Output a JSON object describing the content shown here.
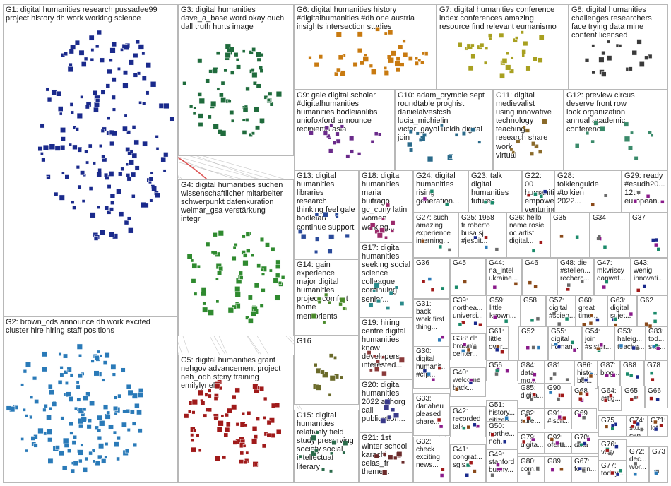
{
  "groups": [
    {
      "id": "G1",
      "label": "G1: digital humanities research pussadee99\nproject history dh work working science"
    },
    {
      "id": "G2",
      "label": "G2: brown_cds announce dh work excited\ncluster hire hiring staff positions"
    },
    {
      "id": "G3",
      "label": "G3: digital humanities\ndave_a_base word okay ouch\ndall truth hurts image"
    },
    {
      "id": "G4",
      "label": "G4: digital humanities suchen\nwissenschaftlicher mitarbeiter\nschwerpunkt datenkuration\nweimar_gsa verstärkung\nintegr"
    },
    {
      "id": "G5",
      "label": "G5: digital humanities grant\nnehgov advancement project\nneh_odh sfcny training\nemilylynell"
    },
    {
      "id": "G6",
      "label": "G6: digital humanities history\n#digitalhumanities #dh one austria\ninsights intersection studies"
    },
    {
      "id": "G7",
      "label": "G7: digital humanities conference\nindex conferences amazing\nresource find relevant eumanismo"
    },
    {
      "id": "G8",
      "label": "G8: digital humanities\nchallenges researchers\nface trying data mine\ncontent licensed"
    },
    {
      "id": "G9",
      "label": "G9: gale digital scholar\n#digitalhumanities\nhumanities bodleianlibs\nuniofoxford announce\nrecipients asia"
    },
    {
      "id": "G10",
      "label": "G10: adam_crymble sept\nroundtable proghist\ndanielalvesfcsh\nlucia_michielin\nvictor_gayol ucldh digital\njoin"
    },
    {
      "id": "G11",
      "label": "G11: digital medievalist\nusing innovative\ntechnology teaching\nresearch share work\nvirtual"
    },
    {
      "id": "G12",
      "label": "G12: preview circus\ndeserve front row\nlook organization\nannual academic\nconference"
    },
    {
      "id": "G13",
      "label": "G13: digital\nhumanities\nlibraries\nresearch\nthinking feel gale\nbodleian\ncontinue support"
    },
    {
      "id": "G18",
      "label": "G18: digital\nhumanities\nmaria\nbuitrago\ngc_cuny latin\nwomen\nworking..."
    },
    {
      "id": "G24",
      "label": "G24: digital\nhumanities\nrising\ngeneration..."
    },
    {
      "id": "G23",
      "label": "G23: talk\ndigital\nhumanities\nfutures"
    },
    {
      "id": "G22",
      "label": "G22: 00\nhumanities\nempower\nventuring..."
    },
    {
      "id": "G28",
      "label": "G28:\ntolkienguide\n#tolkien\n2022..."
    },
    {
      "id": "G29",
      "label": "G29: ready\n#esudh20...\n12th\neuropean..."
    },
    {
      "id": "G27",
      "label": "G27: such\namazing\nexperience\ninterning..."
    },
    {
      "id": "G25",
      "label": "G25: 1958\nfr roberto\nbusa sj\n#jesuit..."
    },
    {
      "id": "G26",
      "label": "G26: hello\nname rosie\noc artist\ndigital..."
    },
    {
      "id": "G35",
      "label": "G35"
    },
    {
      "id": "G34",
      "label": "G34"
    },
    {
      "id": "G37",
      "label": "G37"
    },
    {
      "id": "G14",
      "label": "G14: gain\nexperience\nmajor digital\nhumanities\nproject comfort\nhome\nmemorients"
    },
    {
      "id": "G17",
      "label": "G17: digital\nhumanities\nseeking social\nscience\ncolleague\ncontinuing\nsenior..."
    },
    {
      "id": "G36",
      "label": "G36"
    },
    {
      "id": "G45",
      "label": "G45"
    },
    {
      "id": "G44",
      "label": "G44:\nna_intel\nukraine..."
    },
    {
      "id": "G46",
      "label": "G46"
    },
    {
      "id": "G48",
      "label": "G48: die\n#stellen...\nrecherc..."
    },
    {
      "id": "G47",
      "label": "G47:\nmkvriscy\ndanwat..."
    },
    {
      "id": "G43",
      "label": "G43:\nwenig\ninnovati..."
    },
    {
      "id": "G31",
      "label": "G31:\nback\nwork first\nthing..."
    },
    {
      "id": "G39",
      "label": "G39:\nnorthea...\nuniversi..."
    },
    {
      "id": "G59",
      "label": "G59:\nlittle\nknown..."
    },
    {
      "id": "G58",
      "label": "G58"
    },
    {
      "id": "G57",
      "label": "G57:\ndigital\n#scien..."
    },
    {
      "id": "G60",
      "label": "G60:\ngreat\ntime..."
    },
    {
      "id": "G63",
      "label": "G63:\ndigital\nsujet..."
    },
    {
      "id": "G62",
      "label": "G62"
    },
    {
      "id": "G19",
      "label": "G19: hiring\ncentre digital\nhumanities\nknow\ndevelopers,\ninterested..."
    },
    {
      "id": "G38",
      "label": "G38: dh\nbrown's\ncenter..."
    },
    {
      "id": "G61",
      "label": "G61:\nlittle\nover..."
    },
    {
      "id": "G52",
      "label": "G52"
    },
    {
      "id": "G55",
      "label": "G55:\ndigital\nhuman..."
    },
    {
      "id": "G54",
      "label": "G54:\njoin\n#sister..."
    },
    {
      "id": "G53",
      "label": "G53:\nhaleig...\nteache..."
    },
    {
      "id": "G83",
      "label": "G83:\ntod...\nstar..."
    },
    {
      "id": "G16",
      "label": "G16"
    },
    {
      "id": "G30",
      "label": "G30:\ndigital\nhumanit...\n#cfp..."
    },
    {
      "id": "G56",
      "label": "G56"
    },
    {
      "id": "G84",
      "label": "G84:\ndata\nmo..."
    },
    {
      "id": "G81",
      "label": "G81"
    },
    {
      "id": "G86",
      "label": "G86:\nhisto...\nbeli..."
    },
    {
      "id": "G87",
      "label": "G87:\nblog..."
    },
    {
      "id": "G88",
      "label": "G88"
    },
    {
      "id": "G78",
      "label": "G78"
    },
    {
      "id": "G20",
      "label": "G20: digital\nhumanities\n2022 adhorg\ncall\npublication..."
    },
    {
      "id": "G33",
      "label": "G33:\ndariaheu\npleased\nshare..."
    },
    {
      "id": "G40",
      "label": "G40:\nwelcome\nback..."
    },
    {
      "id": "G85",
      "label": "G85:\ndigita..."
    },
    {
      "id": "G90",
      "label": "G90"
    },
    {
      "id": "G68",
      "label": "G68"
    },
    {
      "id": "G64",
      "label": "G64:\nartig..."
    },
    {
      "id": "G65",
      "label": "G65"
    },
    {
      "id": "G66",
      "label": "G66"
    },
    {
      "id": "G51",
      "label": "G51:\nhistory...\ncitizen"
    },
    {
      "id": "G82",
      "label": "G82:\nsure..."
    },
    {
      "id": "G91",
      "label": "G91:\n#isch..."
    },
    {
      "id": "G69",
      "label": "G69"
    },
    {
      "id": "G75",
      "label": "G75"
    },
    {
      "id": "G74",
      "label": "G74:\nstu...\ncen..."
    },
    {
      "id": "G71",
      "label": "G71:\nlot"
    },
    {
      "id": "G15",
      "label": "G15: digital\nhumanities\nrelatively field\nstudy preserving\nsociety social\nintellectual\nliterary"
    },
    {
      "id": "G21",
      "label": "G21: 1st\nwinter school\nkarachi\nceias_fr\ntheme..."
    },
    {
      "id": "G42",
      "label": "G42:\nrecorded\ntalk"
    },
    {
      "id": "G50",
      "label": "G50:\nnorthe...\nneh..."
    },
    {
      "id": "G79",
      "label": "G79:\ndigita..."
    },
    {
      "id": "G92",
      "label": "G92:\noferta..."
    },
    {
      "id": "G70",
      "label": "G70:\ndata"
    },
    {
      "id": "G76",
      "label": "G76:\nvery"
    },
    {
      "id": "G32",
      "label": "G32:\ncheck\nexciting\nnews..."
    },
    {
      "id": "G41",
      "label": "G41:\ncongrat...\nsgis..."
    },
    {
      "id": "G49",
      "label": "G49:\nstanford\nbunny..."
    },
    {
      "id": "G80",
      "label": "G80:\ncom..."
    },
    {
      "id": "G89",
      "label": "G89"
    },
    {
      "id": "G67",
      "label": "G67:\nforen..."
    },
    {
      "id": "G77",
      "label": "G77:\ntoday..."
    },
    {
      "id": "G72",
      "label": "G72:\ndec...\nwor..."
    },
    {
      "id": "G73",
      "label": "G73"
    }
  ],
  "colors": {
    "G1": "#1a2a8c",
    "G2": "#2a7ab8",
    "G3": "#1f6b3c",
    "G4": "#2f8a2f",
    "G5": "#a01a1a",
    "G6": "#c87a10",
    "G7": "#a8a020",
    "G8": "#3a3a3a",
    "edge": "#b0b0b0",
    "edge_hot": "#d32020"
  }
}
